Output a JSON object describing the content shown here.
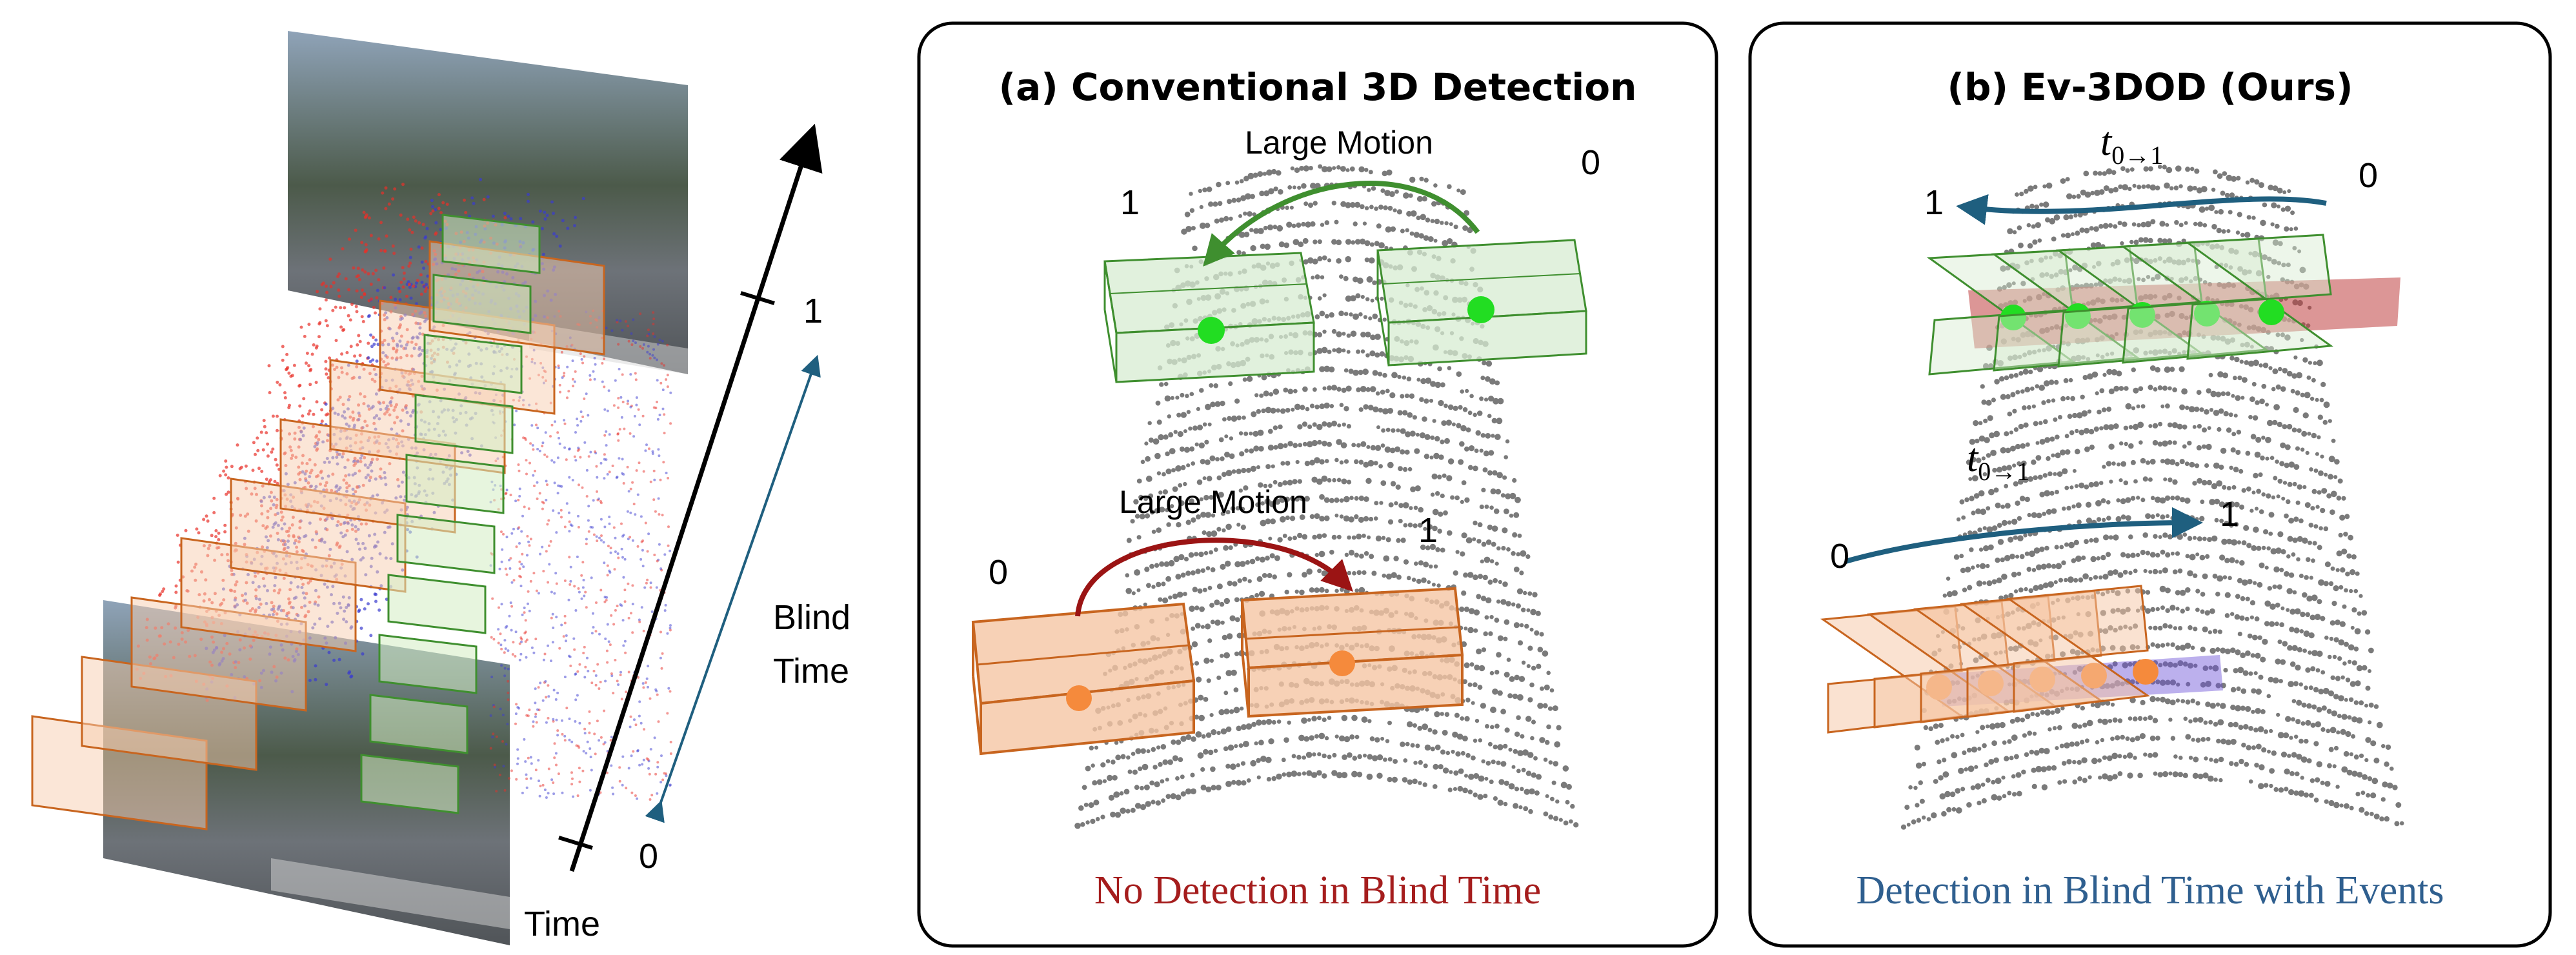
{
  "left": {
    "time_label": "Time",
    "tick_0": "0",
    "tick_1": "1",
    "blind_time_line1": "Blind",
    "blind_time_line2": "Time"
  },
  "panel_a": {
    "title": "(a) Conventional 3D Detection",
    "top_motion_label": "Large Motion",
    "bottom_motion_label": "Large Motion",
    "top_label_1": "1",
    "top_label_0": "0",
    "bottom_label_0": "0",
    "bottom_label_1": "1",
    "caption": "No Detection in Blind Time",
    "caption_color": "#a51d1d"
  },
  "panel_b": {
    "title": "(b) Ev-3DOD (Ours)",
    "top_t_label": "t",
    "top_t_sub": "0→1",
    "bottom_t_label": "t",
    "bottom_t_sub": "0→1",
    "top_label_1": "1",
    "top_label_0": "0",
    "bottom_label_0": "0",
    "bottom_label_1": "1",
    "caption": "Detection in Blind Time with Events",
    "caption_color": "#2f5f8f"
  },
  "colors": {
    "green_box": "#3f8f2f",
    "orange_box": "#c8651f",
    "event_red": "#e8302a",
    "event_blue": "#3b3ccf",
    "blind_arrow": "#1f5f7f",
    "panel_b_arrow": "#1f5f7f",
    "green_arc": "#3f8f2f",
    "red_arc": "#9b1414",
    "point_cloud": "#7a7a7a"
  }
}
